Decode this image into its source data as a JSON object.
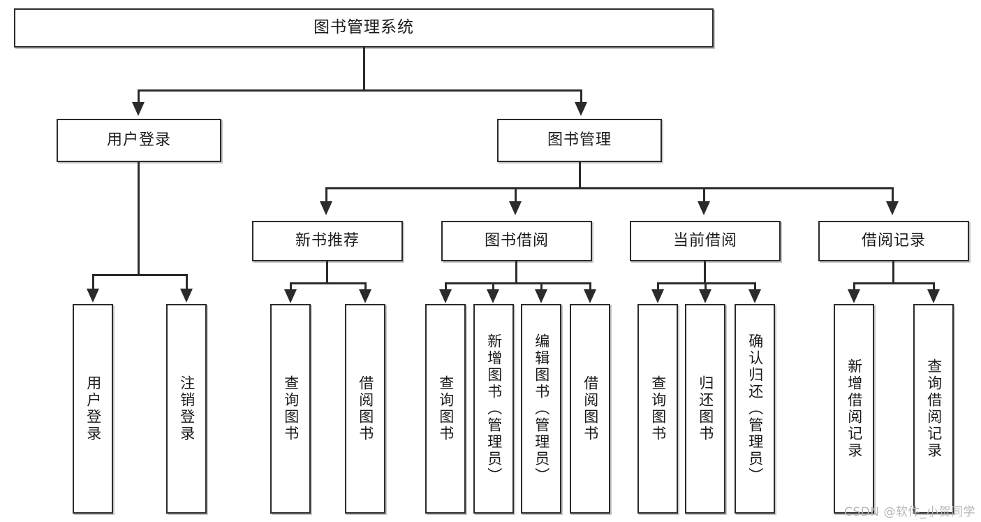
{
  "diagram": {
    "title": "图书管理系统",
    "type": "tree",
    "watermark": "CSDN @软件_小贺同学",
    "colors": {
      "box_border": "#2b2b2b",
      "box_fill": "#ffffff",
      "connector": "#2b2b2b",
      "text": "#1a1a1a",
      "watermark": "#b6b6b6",
      "background": "#ffffff"
    },
    "root": {
      "label": "图书管理系统"
    },
    "level2": [
      {
        "label": "用户登录"
      },
      {
        "label": "图书管理"
      }
    ],
    "level3": [
      {
        "label": "新书推荐"
      },
      {
        "label": "图书借阅"
      },
      {
        "label": "当前借阅"
      },
      {
        "label": "借阅记录"
      }
    ],
    "leaves": {
      "user_login": [
        {
          "label": "用户登录"
        },
        {
          "label": "注销登录"
        }
      ],
      "new_book": [
        {
          "label": "查询图书"
        },
        {
          "label": "借阅图书"
        }
      ],
      "book_borrow": [
        {
          "label": "查询图书"
        },
        {
          "label": "新增图书（管理员）"
        },
        {
          "label": "编辑图书（管理员）"
        },
        {
          "label": "借阅图书"
        }
      ],
      "current_borrow": [
        {
          "label": "查询图书"
        },
        {
          "label": "归还图书"
        },
        {
          "label": "确认归还（管理员）"
        }
      ],
      "borrow_record": [
        {
          "label": "新增借阅记录"
        },
        {
          "label": "查询借阅记录"
        }
      ]
    }
  }
}
